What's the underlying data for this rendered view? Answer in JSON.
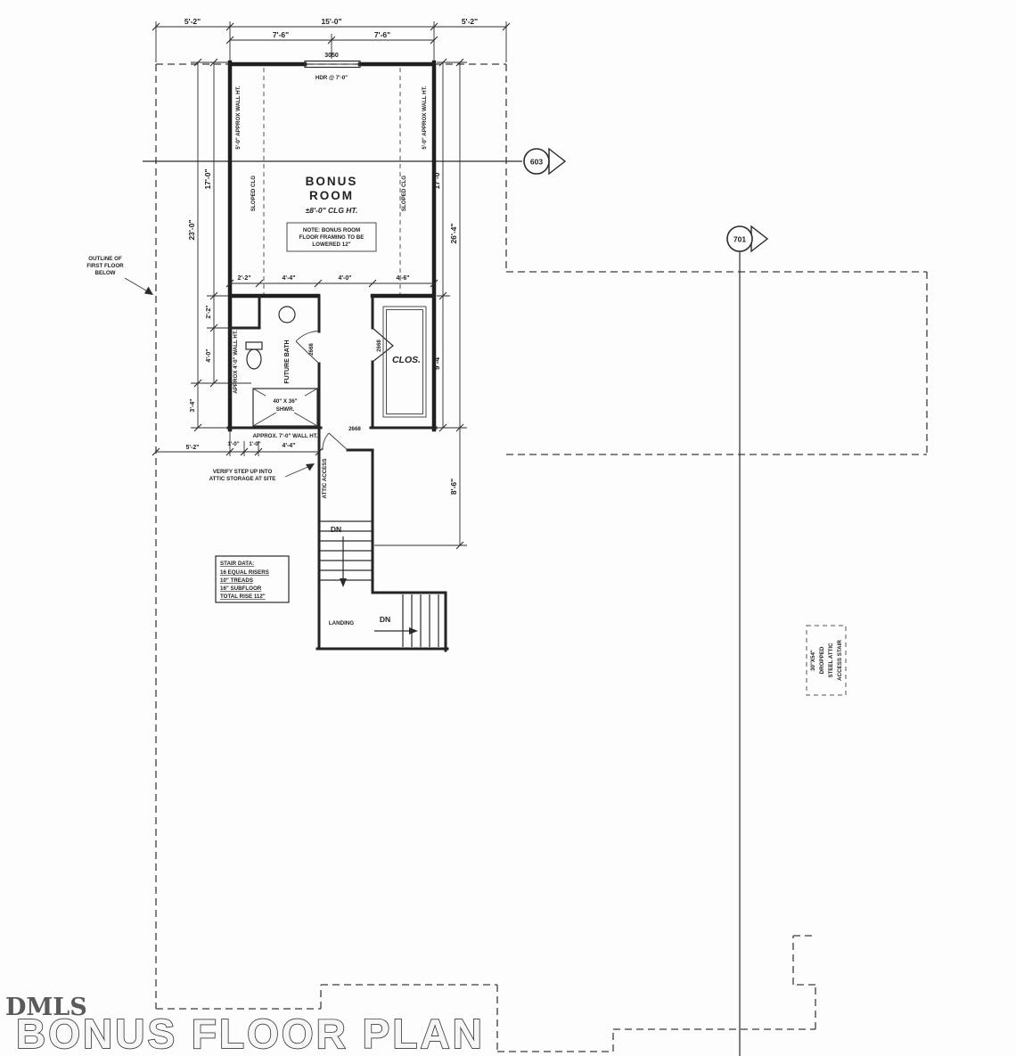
{
  "colors": {
    "paper": "#fdfdfd",
    "ink": "#2b2b2b"
  },
  "title_block": {
    "plan_title": "BONUS FLOOR PLAN",
    "watermark": "DMLS"
  },
  "markers": {
    "m603": "603",
    "m701": "701"
  },
  "top_dims": {
    "left": "5'-2\"",
    "middle": "15'-0\"",
    "right": "5'-2\"",
    "sub_left": "7'-6\"",
    "sub_right": "7'-6\"",
    "window_tag": "3050",
    "header": "HDR @ 7'-0\""
  },
  "left_dims": {
    "d17": "17'-0\"",
    "d23": "23'-0\"",
    "d2_2": "2'-2\"",
    "d4_0": "4'-0\"",
    "d3_4": "3'-4\""
  },
  "right_dims": {
    "d17": "17'-0\"",
    "d26_4": "26'-4\"",
    "d9_4": "9'-4\"",
    "d8_6": "8'-6\""
  },
  "interior_dims": {
    "a": "2'-2\"",
    "b": "4'-4\"",
    "c": "4'-0\"",
    "d": "4'-6\""
  },
  "bottom_dims": {
    "a": "5'-2\"",
    "b": "1'-0\"",
    "c": "1'-0\"",
    "d": "4'-4\""
  },
  "bonus_room": {
    "name1": "BONUS",
    "name2": "ROOM",
    "ceiling": "±8'-0\" CLG HT.",
    "note1": "NOTE: BONUS ROOM",
    "note2": "FLOOR FRAMING TO BE",
    "note3": "LOWERED 12\"",
    "sloped_left": "SLOPED CLG",
    "sloped_right": "SLOPED CLG",
    "wall_left": "5'-0\" APPROX WALL HT.",
    "wall_right": "5'-0\" APPROX WALL HT."
  },
  "bath": {
    "name": "FUTURE BATH",
    "door": "2668",
    "shower1": "40\" X 36\"",
    "shower2": "SHWR.",
    "wall_note": "APPROX 4'-0\" WALL HT."
  },
  "closet": {
    "name": "CLOS.",
    "door": "2668"
  },
  "stairs": {
    "door": "2668",
    "wall_note": "APPROX. 7'-0\" WALL HT.",
    "attic": "ATTIC ACCESS",
    "dn_top": "DN",
    "dn_bottom": "DN",
    "landing": "LANDING",
    "verify1": "VERIFY STEP UP INTO",
    "verify2": "ATTIC STORAGE AT SITE"
  },
  "stair_data": {
    "title": "STAIR DATA:",
    "r1": "16 EQUAL RISERS",
    "r2": "10\" TREADS",
    "r3": "16\" SUBFLOOR",
    "r4": "TOTAL RISE 112\""
  },
  "notes": {
    "outline1": "OUTLINE OF",
    "outline2": "FIRST FLOOR",
    "outline3": "BELOW",
    "attic1": "30\"X54\"",
    "attic2": "DROPPED",
    "attic3": "STEEL ATTIC",
    "attic4": "ACCESS STAIR"
  }
}
